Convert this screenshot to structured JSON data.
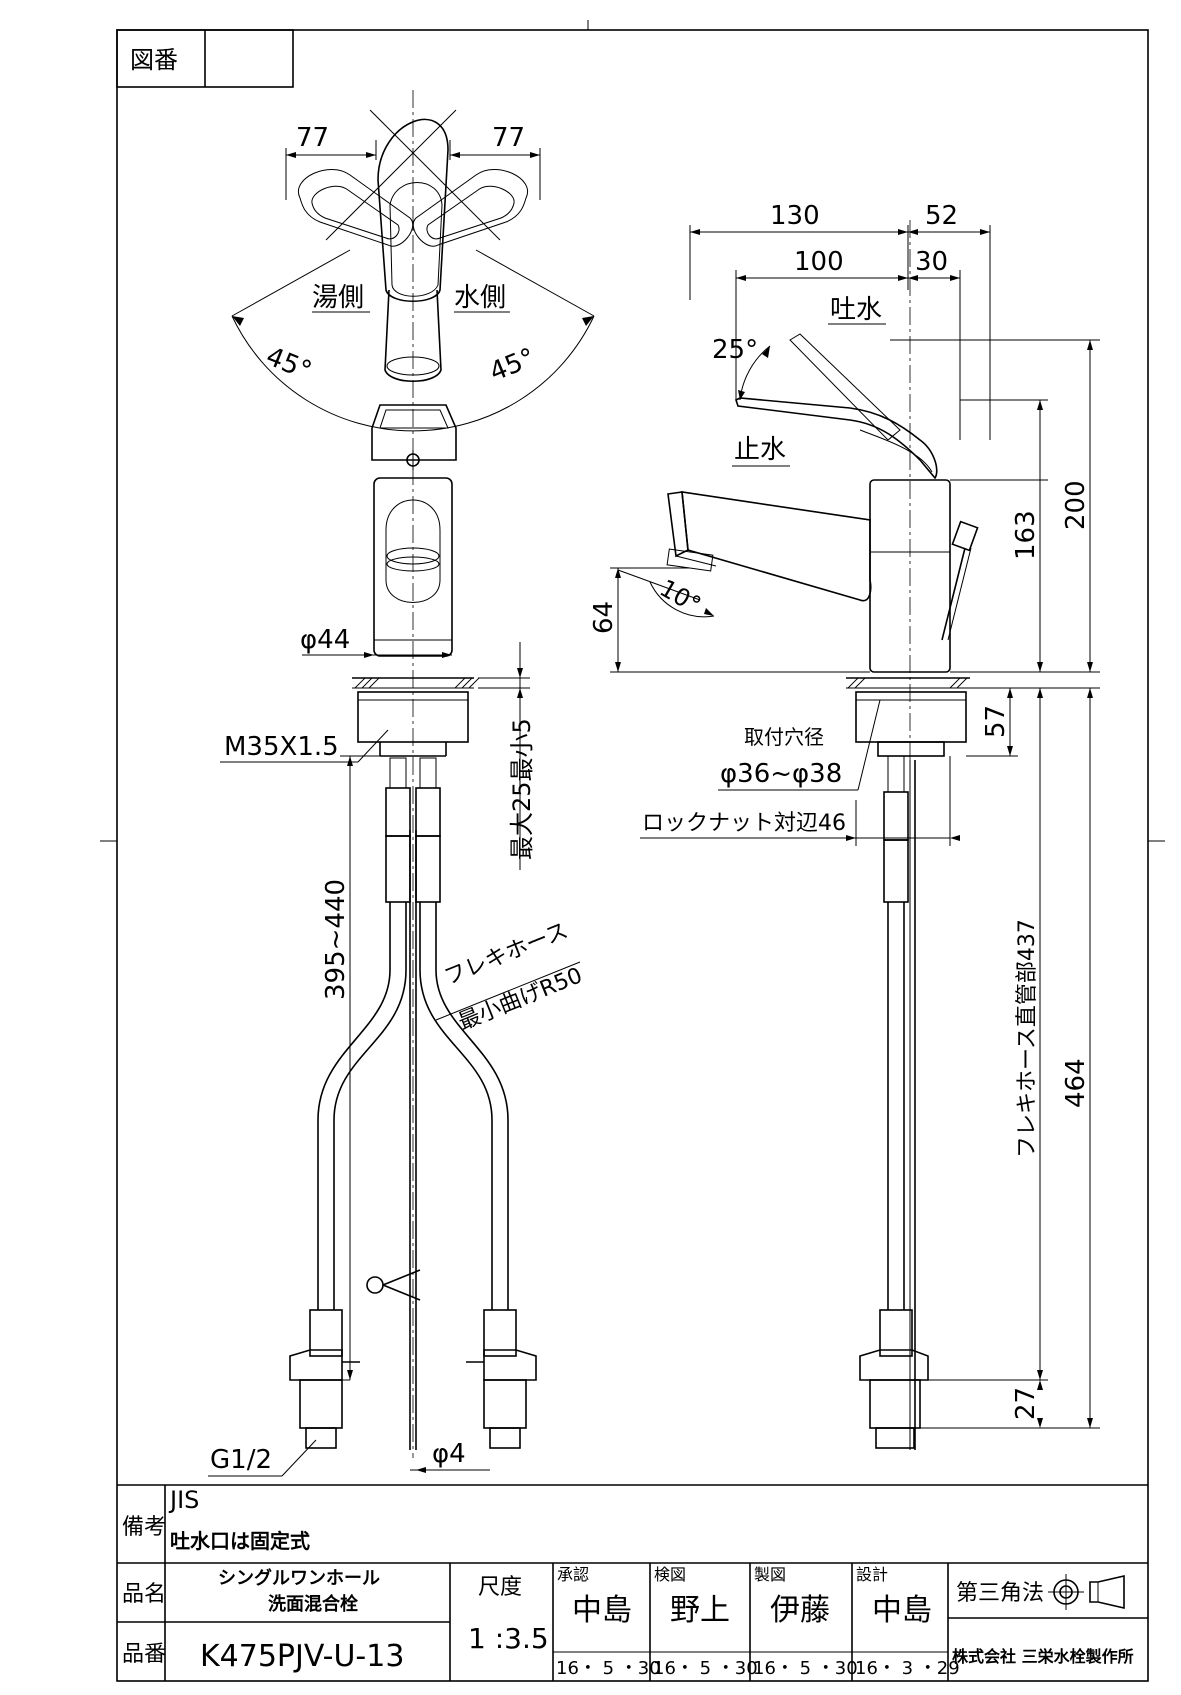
{
  "title_block": {
    "drawing_no_label": "図番",
    "remarks_label": "備考",
    "remarks": [
      "JIS",
      "吐水口は固定式"
    ],
    "product_name_label": "品名",
    "product_name": [
      "シングルワンホール",
      "洗面混合栓"
    ],
    "product_no_label": "品番",
    "product_no": "K475PJV-U-13",
    "scale_label": "尺度",
    "scale": "1 :3.5",
    "roles": [
      {
        "label": "承認",
        "name": "中島",
        "date": "16・ 5 ・30"
      },
      {
        "label": "検図",
        "name": "野上",
        "date": "16・ 5 ・30"
      },
      {
        "label": "製図",
        "name": "伊藤",
        "date": "16・ 5 ・30"
      },
      {
        "label": "設計",
        "name": "中島",
        "date": "16・ 3 ・29"
      }
    ],
    "projection": "第三角法",
    "company": "株式会社 三栄水栓製作所"
  },
  "front_view": {
    "dim_left": "77",
    "dim_right": "77",
    "hot_side": "湯側",
    "cold_side": "水側",
    "angle_left": "45°",
    "angle_right": "45°",
    "body_dia": "φ44",
    "thread": "M35X1.5",
    "max_thickness": "最大25最小5",
    "hose_length": "395~440",
    "hose_label": "フレキホース",
    "min_bend": "最小曲げR50",
    "inlet": "G1/2",
    "rod_dia": "φ4"
  },
  "side_view": {
    "dim_130": "130",
    "dim_52": "52",
    "dim_100": "100",
    "dim_30": "30",
    "spout_label": "吐水",
    "angle_25": "25°",
    "stop_label": "止水",
    "angle_10": "10°",
    "dim_64": "64",
    "dim_163": "163",
    "dim_200": "200",
    "hole_label": "取付穴径",
    "hole_range": "φ36~φ38",
    "locknut": "ロックナット対辺46",
    "dim_57": "57",
    "hose_straight": "フレキホース直管部437",
    "dim_464": "464",
    "dim_27": "27"
  }
}
